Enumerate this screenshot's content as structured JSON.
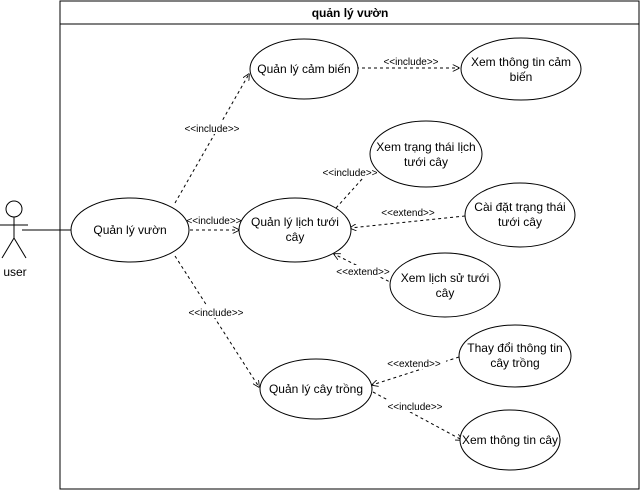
{
  "system": {
    "title": "quản lý vườn"
  },
  "actor": {
    "label": "user"
  },
  "use_cases": {
    "garden": [
      "Quản lý vườn"
    ],
    "sensor": [
      "Quản lý cảm biến"
    ],
    "sensor_info": [
      "Xem thông tin cảm",
      "biến"
    ],
    "schedule": [
      "Quản lý lịch tưới",
      "cây"
    ],
    "view_schedule_status": [
      "Xem trạng thái lịch",
      "tưới cây"
    ],
    "set_schedule_status": [
      "Cài đặt trạng thái",
      "tưới cây"
    ],
    "history": [
      "Xem lịch sử tưới",
      "cây"
    ],
    "plant": [
      "Quản lý cây trồng"
    ],
    "change_plant_info": [
      "Thay đổi thông tin",
      "cây trồng"
    ],
    "view_plant_info": [
      "Xem thông tin cây"
    ]
  },
  "relations": {
    "garden_sensor": "<<include>>",
    "sensor_info": "<<include>>",
    "garden_schedule": "<<include>>",
    "schedule_view_status": "<<include>>",
    "set_status_extend": "<<extend>>",
    "history_extend": "<<extend>>",
    "garden_plant": "<<include>>",
    "change_plant_extend": "<<extend>>",
    "plant_view_info": "<<include>>"
  }
}
